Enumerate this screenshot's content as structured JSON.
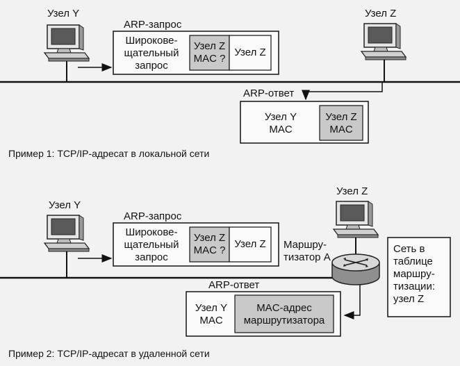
{
  "ex1": {
    "node_y": "Узел Y",
    "node_z": "Узел Z",
    "arp_request": "ARP-запрос",
    "broadcast": [
      "Широкове-",
      "щательный",
      "запрос"
    ],
    "target_mac": [
      "Узел Z",
      "MAC ?"
    ],
    "target_ip": "Узел Z",
    "arp_reply": "ARP-ответ",
    "reply_sender": [
      "Узел Y",
      "MAC"
    ],
    "reply_mac": [
      "Узел Z",
      "MAC"
    ],
    "caption": "Пример 1: TCP/IP-адресат в локальной сети"
  },
  "ex2": {
    "node_y": "Узел Y",
    "node_z": "Узел Z",
    "arp_request": "ARP-запрос",
    "broadcast": [
      "Широкове-",
      "щательный",
      "запрос"
    ],
    "target_mac": [
      "Узел Z",
      "MAC ?"
    ],
    "target_ip": "Узел Z",
    "router": [
      "Маршру-",
      "тизатор A"
    ],
    "route_table": [
      "Сеть в",
      "таблице",
      "маршру-",
      "тизации:",
      "узел Z"
    ],
    "arp_reply": "ARP-ответ",
    "reply_sender": [
      "Узел Y",
      "MAC"
    ],
    "reply_mac": [
      "MAC-адрес",
      "маршрутизатора"
    ],
    "caption": "Пример 2: TCP/IP-адресат в удаленной сети"
  }
}
